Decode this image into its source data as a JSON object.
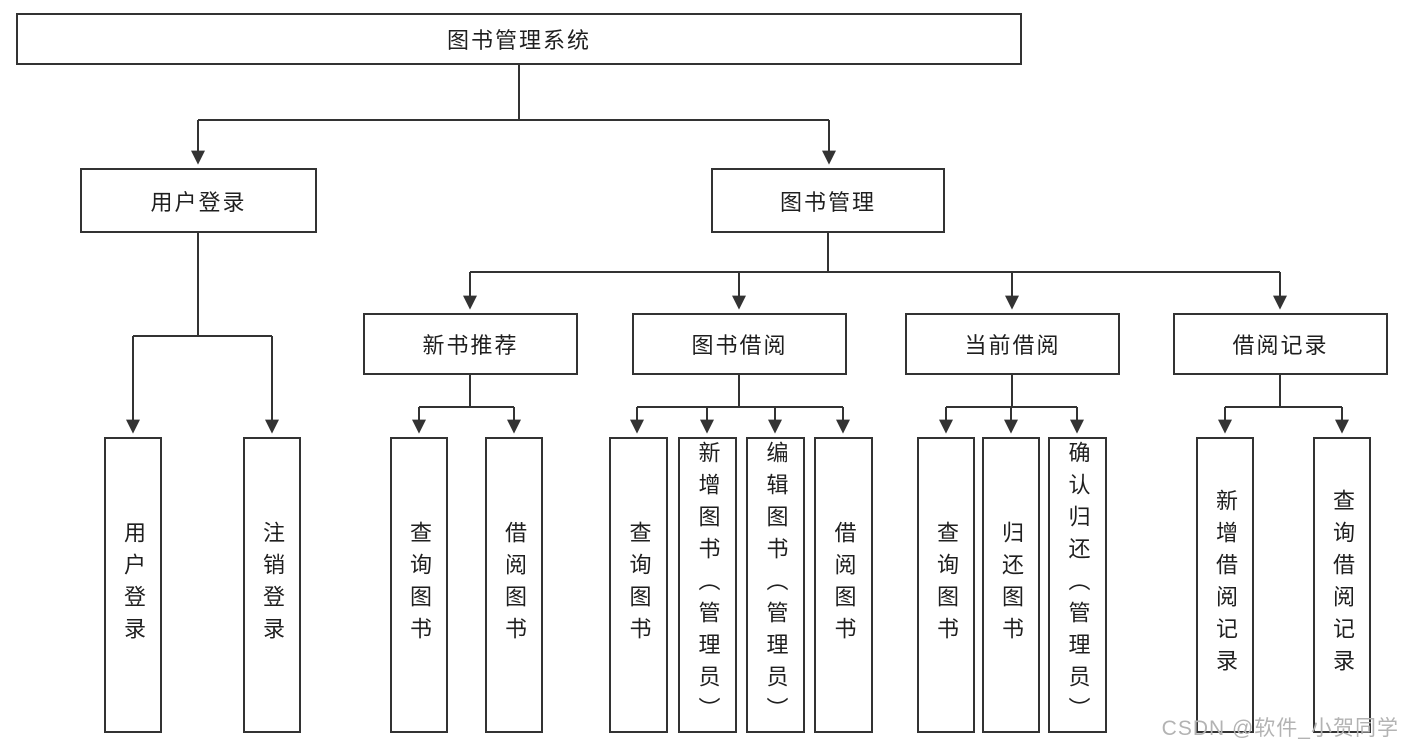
{
  "diagram": {
    "root": {
      "label": "图书管理系统"
    },
    "branches": [
      {
        "label": "用户登录",
        "children": [
          {
            "label": "用户登录"
          },
          {
            "label": "注销登录"
          }
        ]
      },
      {
        "label": "图书管理",
        "sections": [
          {
            "label": "新书推荐",
            "children": [
              {
                "label": "查询图书"
              },
              {
                "label": "借阅图书"
              }
            ]
          },
          {
            "label": "图书借阅",
            "children": [
              {
                "label": "查询图书"
              },
              {
                "label": "新增图书（管理员）"
              },
              {
                "label": "编辑图书（管理员）"
              },
              {
                "label": "借阅图书"
              }
            ]
          },
          {
            "label": "当前借阅",
            "children": [
              {
                "label": "查询图书"
              },
              {
                "label": "归还图书"
              },
              {
                "label": "确认归还（管理员）"
              }
            ]
          },
          {
            "label": "借阅记录",
            "children": [
              {
                "label": "新增借阅记录"
              },
              {
                "label": "查询借阅记录"
              }
            ]
          }
        ]
      }
    ],
    "watermark": "CSDN @软件_小贺同学",
    "colors": {
      "line": "#333333",
      "text": "#1f1f1f",
      "box_background": "#ffffff",
      "watermark": "#b3b3b3"
    }
  }
}
